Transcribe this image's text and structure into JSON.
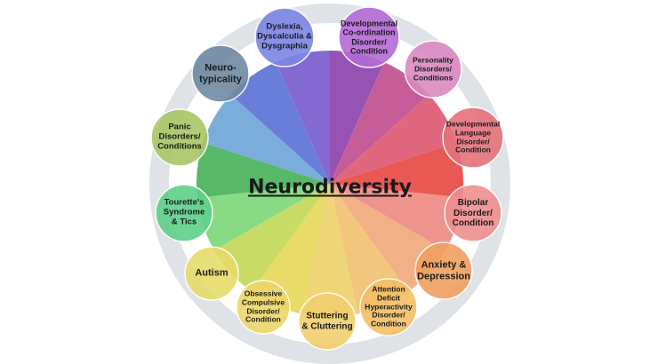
{
  "title": "Neurodiversity",
  "conditions": [
    {
      "label": "Developmental\nCo-ordination\nDisorder/\nCondition",
      "color": "#b46bd6"
    },
    {
      "label": "Personality\nDisorders/\nConditions",
      "color": "#d98ac0"
    },
    {
      "label": "Developmental\nLanguage\nDisorder/\nCondition",
      "color": "#e5727a"
    },
    {
      "label": "Bipolar\nDisorder/\nCondition",
      "color": "#ee8e8e"
    },
    {
      "label": "Anxiety &\nDepression",
      "color": "#f0a060"
    },
    {
      "label": "Attention\nDeficit\nHyperactivity\nDisorder/\nCondition",
      "color": "#f3bf66"
    },
    {
      "label": "Stuttering\n& Cluttering",
      "color": "#f2cf6e"
    },
    {
      "label": "Obsessive\nCompulsive\nDisorder/\nCondition",
      "color": "#eed66a"
    },
    {
      "label": "Autism",
      "color": "#e6dc6a"
    },
    {
      "label": "Tourette's\nSyndrome\n& Tics",
      "color": "#5fd089"
    },
    {
      "label": "Panic\nDisorders/\nConditions",
      "color": "#a9c766"
    },
    {
      "label": "Neuro-\ntypicality",
      "color": "#6f8aa3"
    },
    {
      "label": "Dyslexia,\nDyscalculia &\nDysgraphia",
      "color": "#7b86e6"
    }
  ],
  "wedges": [
    {
      "color": "#8e44ad"
    },
    {
      "color": "#c0508f"
    },
    {
      "color": "#dd5a72"
    },
    {
      "color": "#e84a45"
    },
    {
      "color": "#ee8a84"
    },
    {
      "color": "#f0a97c"
    },
    {
      "color": "#f2c173"
    },
    {
      "color": "#eed36d"
    },
    {
      "color": "#e6d85a"
    },
    {
      "color": "#c4d85a"
    },
    {
      "color": "#7ed87a"
    },
    {
      "color": "#49b25a"
    },
    {
      "color": "#6fa6d8"
    },
    {
      "color": "#5d73d6"
    },
    {
      "color": "#7a5ccc"
    }
  ]
}
